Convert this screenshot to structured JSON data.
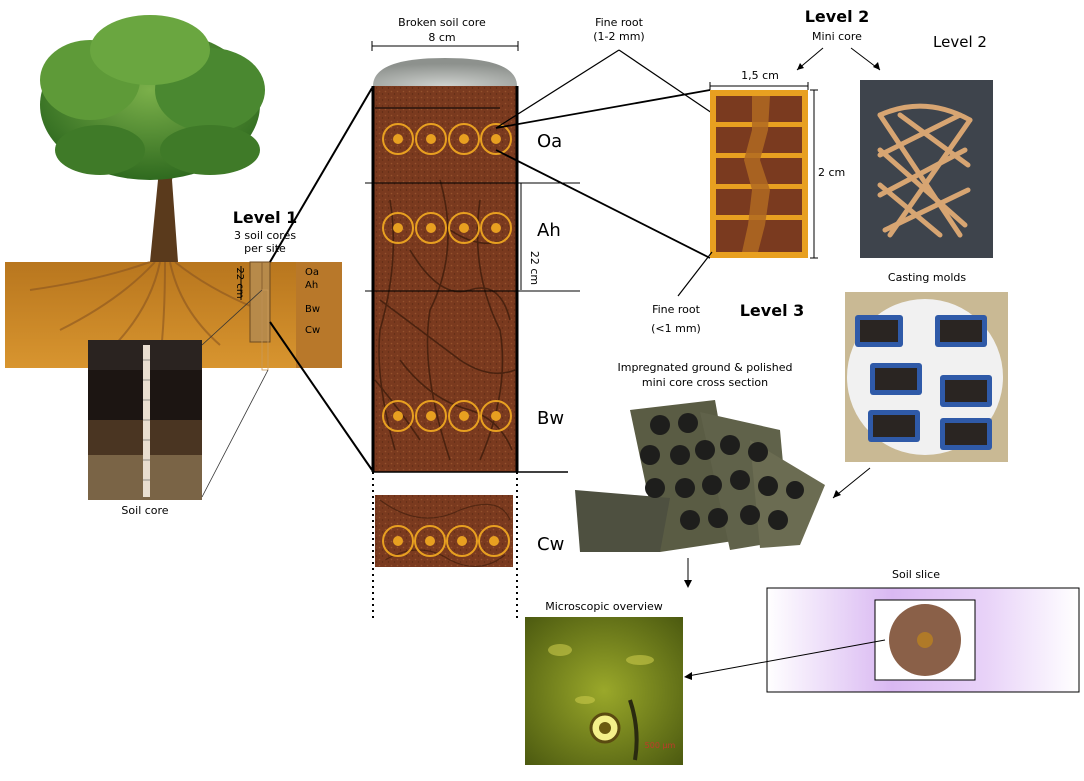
{
  "level1": {
    "title": "Level 1",
    "line1": "3 soil cores",
    "line2": "per site",
    "depth": "22 cm"
  },
  "horizons": [
    "Oa",
    "Ah",
    "Bw",
    "Cw"
  ],
  "soil_core_label": "Soil core",
  "core": {
    "title": "Broken soil core",
    "width": "8 cm",
    "height": "22 cm"
  },
  "fine_root_coarse": {
    "line1": "Fine root",
    "line2": "(1-2 mm)"
  },
  "fine_root_fine": {
    "line1": "Fine root",
    "line2": "(<1 mm)"
  },
  "level2": {
    "title": "Level 2",
    "subtitle": "Mini core",
    "label_right": "Level 2",
    "width": "1,5 cm",
    "height": "2 cm"
  },
  "level3": {
    "title": "Level 3"
  },
  "casting_molds": "Casting molds",
  "impregnated": {
    "line1": "Impregnated ground & polished",
    "line2": "mini core cross section"
  },
  "soil_slice": "Soil slice",
  "microscopic": "Microscopic overview",
  "scale_text": "500 µm",
  "colors": {
    "soil": "#7a3a1f",
    "soil_dark": "#4a2410",
    "ground": "#c8842b",
    "accent": "#e8a020",
    "cap": "#a9aca9",
    "foliage": "#4f8a2e"
  }
}
